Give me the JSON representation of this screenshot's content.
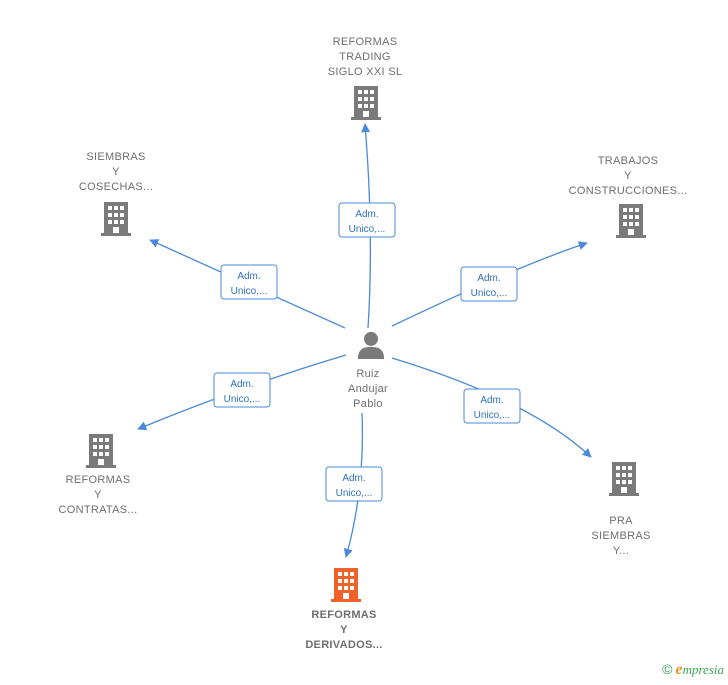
{
  "colors": {
    "edge": "#4a8ad8",
    "company_icon": "#7a7a7a",
    "highlight_icon": "#f0622a",
    "person_icon": "#7a7a7a",
    "text": "#6e6e6e",
    "watermark": "#3aa655"
  },
  "center": {
    "icon": "person-icon",
    "lines": [
      "Ruiz",
      "Andujar",
      "Pablo"
    ]
  },
  "nodes": [
    {
      "id": "reformas-trading",
      "icon": "building-icon",
      "highlight": false,
      "bold": false,
      "lines": [
        "REFORMAS",
        "TRADING",
        "SIGLO XXI  SL"
      ],
      "edge_label": [
        "Adm.",
        "Unico,..."
      ]
    },
    {
      "id": "trabajos-construcciones",
      "icon": "building-icon",
      "highlight": false,
      "bold": false,
      "lines": [
        "TRABAJOS",
        "Y",
        "CONSTRUCCIONES..."
      ],
      "edge_label": [
        "Adm.",
        "Unico,..."
      ]
    },
    {
      "id": "pra-siembras",
      "icon": "building-icon",
      "highlight": false,
      "bold": false,
      "lines": [
        "PRA",
        "SIEMBRAS",
        "Y..."
      ],
      "edge_label": [
        "Adm.",
        "Unico,..."
      ]
    },
    {
      "id": "reformas-derivados",
      "icon": "building-icon",
      "highlight": true,
      "bold": true,
      "lines": [
        "REFORMAS",
        "Y",
        "DERIVADOS..."
      ],
      "edge_label": [
        "Adm.",
        "Unico,..."
      ]
    },
    {
      "id": "reformas-contratas",
      "icon": "building-icon",
      "highlight": false,
      "bold": false,
      "lines": [
        "REFORMAS",
        "Y",
        "CONTRATAS..."
      ],
      "edge_label": [
        "Adm.",
        "Unico,..."
      ]
    },
    {
      "id": "siembras-cosechas",
      "icon": "building-icon",
      "highlight": false,
      "bold": false,
      "lines": [
        "SIEMBRAS",
        "Y",
        "COSECHAS..."
      ],
      "edge_label": [
        "Adm.",
        "Unico,..."
      ]
    }
  ],
  "watermark": {
    "copyright": "©",
    "brand_initial": "e",
    "brand_rest": "mpresia"
  }
}
